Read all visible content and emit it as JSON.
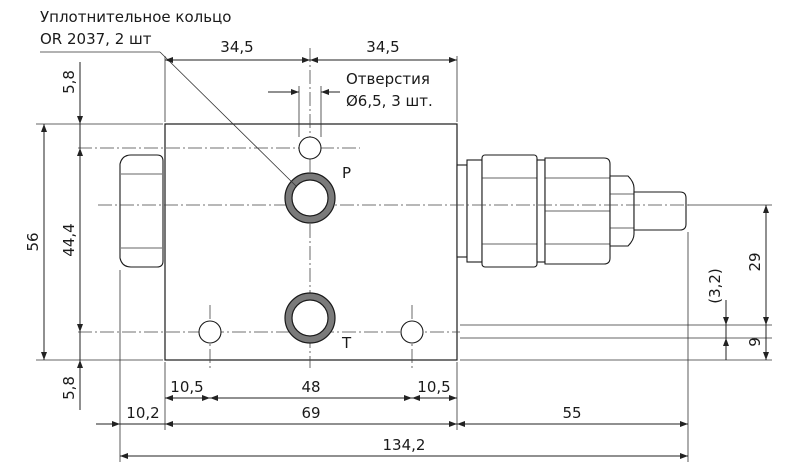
{
  "callouts": {
    "o_ring": {
      "line1": "Уплотнительное кольцо",
      "line2": "OR 2037, 2 шт"
    },
    "holes": {
      "line1": "Отверстия",
      "line2": "Ø6,5, 3 шт."
    }
  },
  "ports": {
    "p": "P",
    "t": "T"
  },
  "dimensions": {
    "top_left": "34,5",
    "top_right": "34,5",
    "edge_top": "5,8",
    "edge_bottom": "5,8",
    "height_total": "56",
    "height_holes": "44,4",
    "right_29": "29",
    "right_3_2": "(3,2)",
    "right_9": "9",
    "bottom_10_5_left": "10,5",
    "bottom_48": "48",
    "bottom_10_5_right": "10,5",
    "bottom_10_2": "10,2",
    "bottom_69": "69",
    "bottom_55": "55",
    "bottom_total": "134,2"
  }
}
